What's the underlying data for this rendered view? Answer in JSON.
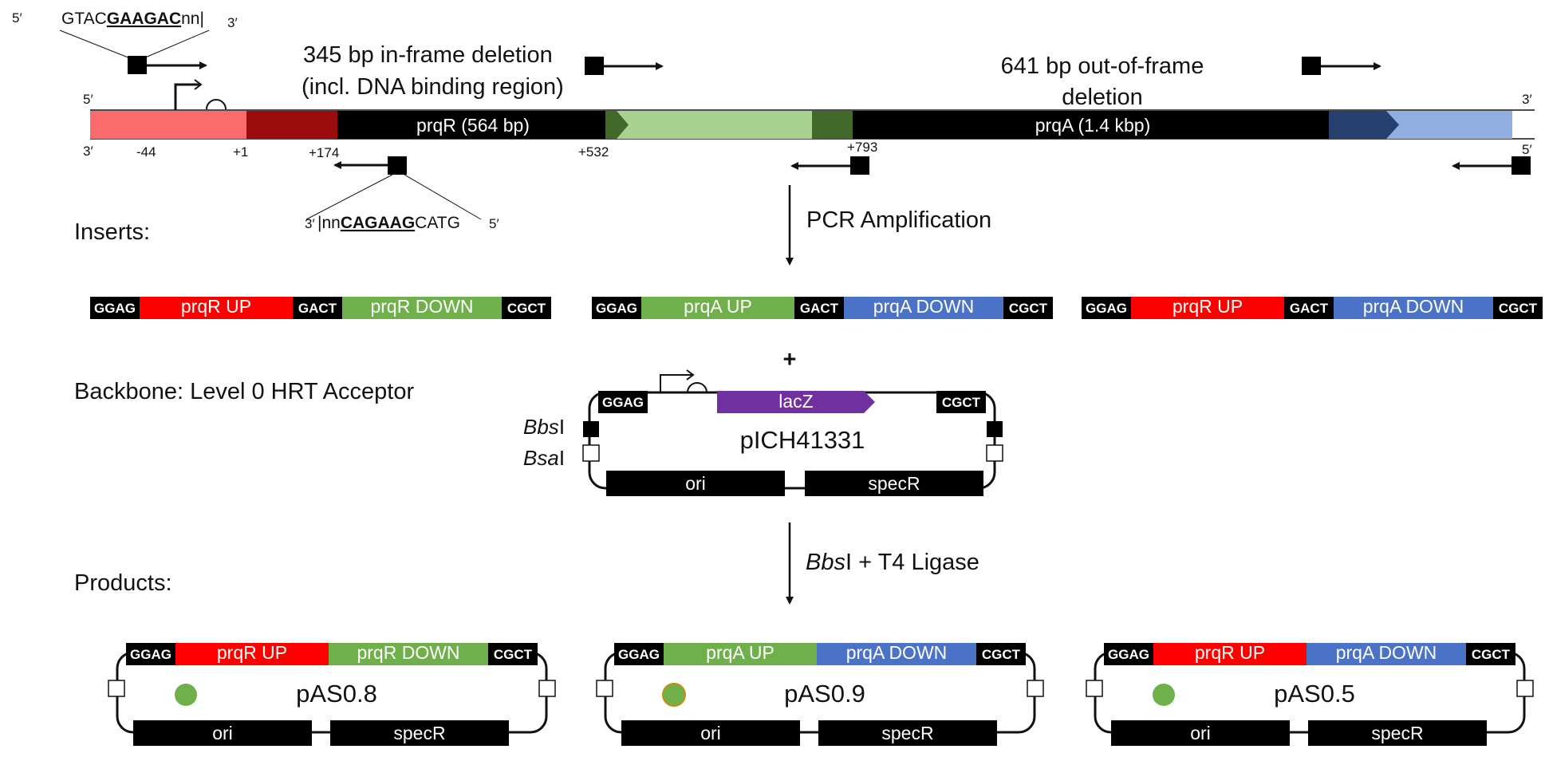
{
  "genome": {
    "oligo_top": {
      "prefix": "GTAC",
      "site": "GAAGAC",
      "suffix": "nn|",
      "end5": "5′",
      "end3": "3′"
    },
    "oligo_bottom": {
      "end3": "3′",
      "prefix": "|nn",
      "site": "CAGAAG",
      "suffix": "CATG",
      "end5": "5′"
    },
    "deletion1": {
      "line1": "345 bp in-frame deletion",
      "line2": "(incl. DNA binding region)"
    },
    "deletion2": {
      "line1": "641 bp out-of-frame",
      "line2": "deletion"
    },
    "strand_left_top": "5′",
    "strand_left_bottom": "3′",
    "strand_right_top": "3′",
    "strand_right_bottom": "5′",
    "prqR_label": "prqR (564 bp)",
    "prqA_label": "prqA (1.4 kbp)",
    "positions": [
      "-44",
      "+1",
      "+174",
      "+532",
      "+793"
    ]
  },
  "steps": {
    "pcr": "PCR Amplification",
    "digest_italic": "Bbs",
    "digest_rest": "I + T4 Ligase",
    "plus": "+"
  },
  "sections": {
    "inserts": "Inserts:",
    "backbone": "Backbone: Level 0 HRT Acceptor",
    "products": "Products:"
  },
  "overhangs": {
    "a": "GGAG",
    "b": "GACT",
    "c": "CGCT"
  },
  "inserts": [
    {
      "up": "prqR UP",
      "down": "prqR DOWN"
    },
    {
      "up": "prqA UP",
      "down": "prqA DOWN"
    },
    {
      "up": "prqR UP",
      "down": "prqA DOWN"
    }
  ],
  "backbone": {
    "name": "pICH41331",
    "lacz": "lacZ",
    "ori": "ori",
    "specR": "specR",
    "bbs_italic": "Bbs",
    "bbs_rest": "I",
    "bsa_italic": "Bsa",
    "bsa_rest": "I"
  },
  "products": [
    {
      "name": "pAS0.8",
      "up": "prqR UP",
      "down": "prqR DOWN",
      "ori": "ori",
      "specR": "specR"
    },
    {
      "name": "pAS0.9",
      "up": "prqA UP",
      "down": "prqA DOWN",
      "ori": "ori",
      "specR": "specR"
    },
    {
      "name": "pAS0.5",
      "up": "prqR UP",
      "down": "prqA DOWN",
      "ori": "ori",
      "specR": "specR"
    }
  ],
  "colors": {
    "promoter_light": "#fb6b6b",
    "promoter_dark": "#9b0b0b",
    "gene": "#000000",
    "prqR_flank_dark": "#40692a",
    "prqR_flank_light": "#a8d28f",
    "prqA_flank_dark": "#25406f",
    "prqA_flank_light": "#91aee0",
    "red": "#ff0000",
    "green": "#6fb04b",
    "blue": "#4a73c8",
    "purple": "#7030a0",
    "colony": "#6fb04b",
    "colony_ring": "#c98b16"
  }
}
